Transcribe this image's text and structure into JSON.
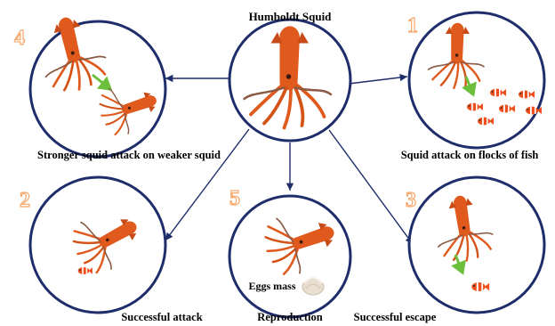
{
  "colors": {
    "circle": "#1f2d6b",
    "arrow": "#1f2d6b",
    "squid_body": "#e05a1e",
    "squid_dark": "#8a3a1c",
    "fish_orange": "#f0501e",
    "fish_white": "#ffffff",
    "green_arrow": "#6cbf3c",
    "number_outline": "#f6a66a",
    "egg_mass": "#e9dfd0"
  },
  "center": {
    "title": "Humboldt Squid",
    "icon": "squid-icon"
  },
  "stages": [
    {
      "number": "1",
      "label": "Squid attack on flocks of fish",
      "icons": [
        "squid-icon",
        "green-arrow-icon",
        "fish-school-icon"
      ]
    },
    {
      "number": "2",
      "label": "Successful attack",
      "icons": [
        "squid-icon",
        "fish-icon"
      ]
    },
    {
      "number": "3",
      "label": "Successful escape",
      "icons": [
        "squid-icon",
        "green-arrow-icon",
        "fish-icon"
      ]
    },
    {
      "number": "4",
      "label": "Stronger squid attack on weaker squid",
      "icons": [
        "squid-icon",
        "green-arrow-icon",
        "squid-icon"
      ]
    },
    {
      "number": "5",
      "label": "Reproduction",
      "icons": [
        "squid-icon",
        "egg-mass-icon"
      ],
      "inner_label": "Eggs mass"
    }
  ]
}
